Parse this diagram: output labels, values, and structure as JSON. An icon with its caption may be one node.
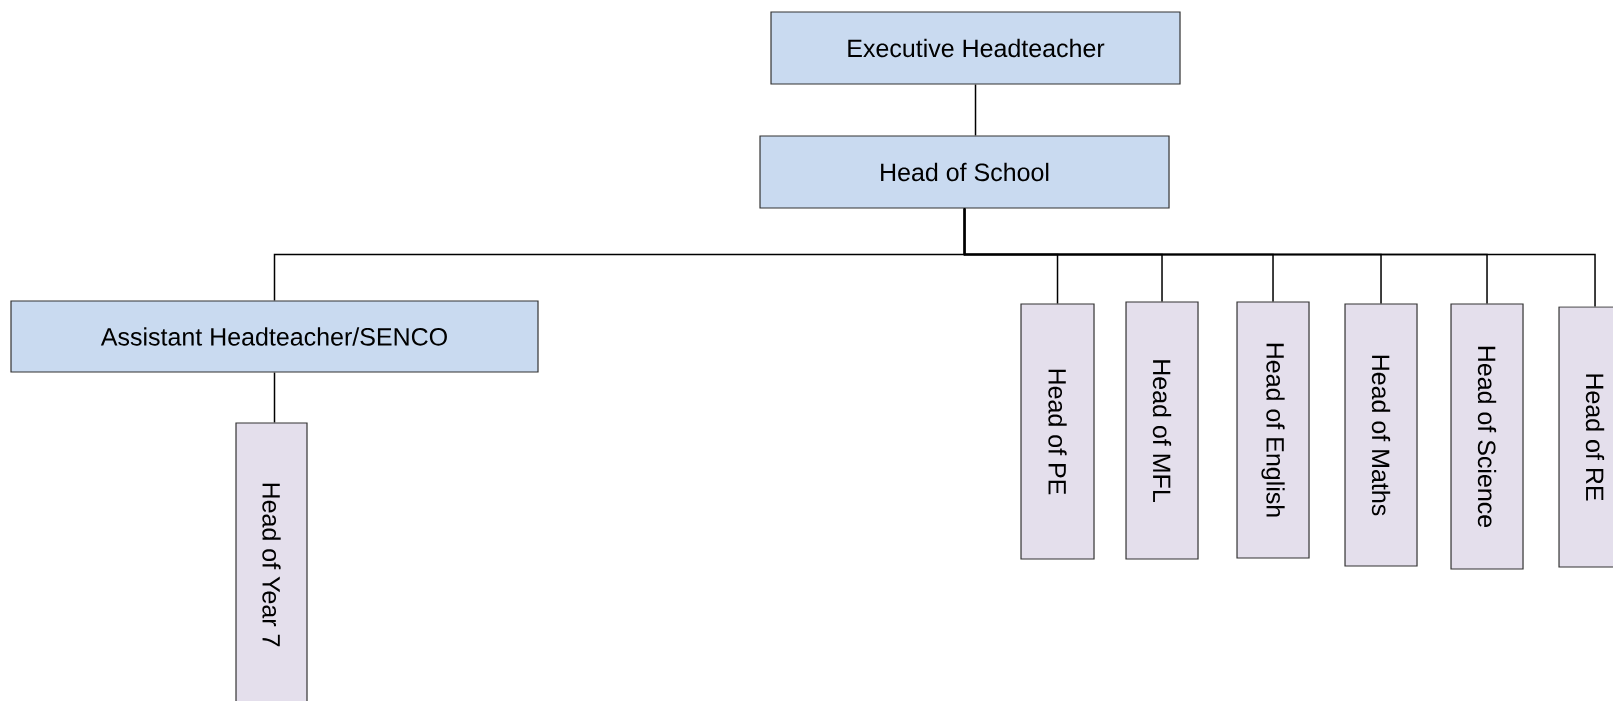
{
  "diagram": {
    "nodes": [
      {
        "text": [
          "Executive Headteacher"
        ]
      },
      {
        "text": [
          "Head of School"
        ]
      },
      {
        "text": [
          "Assistant Headteacher/SENCO"
        ]
      },
      {
        "text": [
          "Head of Year 7"
        ]
      },
      {
        "text": [
          "Head of PE"
        ]
      },
      {
        "text": [
          "Head of MFL"
        ]
      },
      {
        "text": [
          "Head of English"
        ]
      },
      {
        "text": [
          "Head of Maths"
        ]
      },
      {
        "text": [
          "Head of Science"
        ]
      },
      {
        "text": [
          "Head of RE"
        ]
      }
    ],
    "edges": [
      {
        "from": 0,
        "to": 1,
        "arrow": "none"
      },
      {
        "from": 1,
        "to": 2,
        "arrow": "none"
      },
      {
        "from": 2,
        "to": 3,
        "arrow": "none"
      },
      {
        "from": 1,
        "to": 4,
        "arrow": "none"
      },
      {
        "from": 1,
        "to": 5,
        "arrow": "none"
      },
      {
        "from": 1,
        "to": 6,
        "arrow": "none"
      },
      {
        "from": 1,
        "to": 7,
        "arrow": "none"
      },
      {
        "from": 1,
        "to": 8,
        "arrow": "none"
      },
      {
        "from": 1,
        "to": 9,
        "arrow": "none"
      }
    ]
  }
}
